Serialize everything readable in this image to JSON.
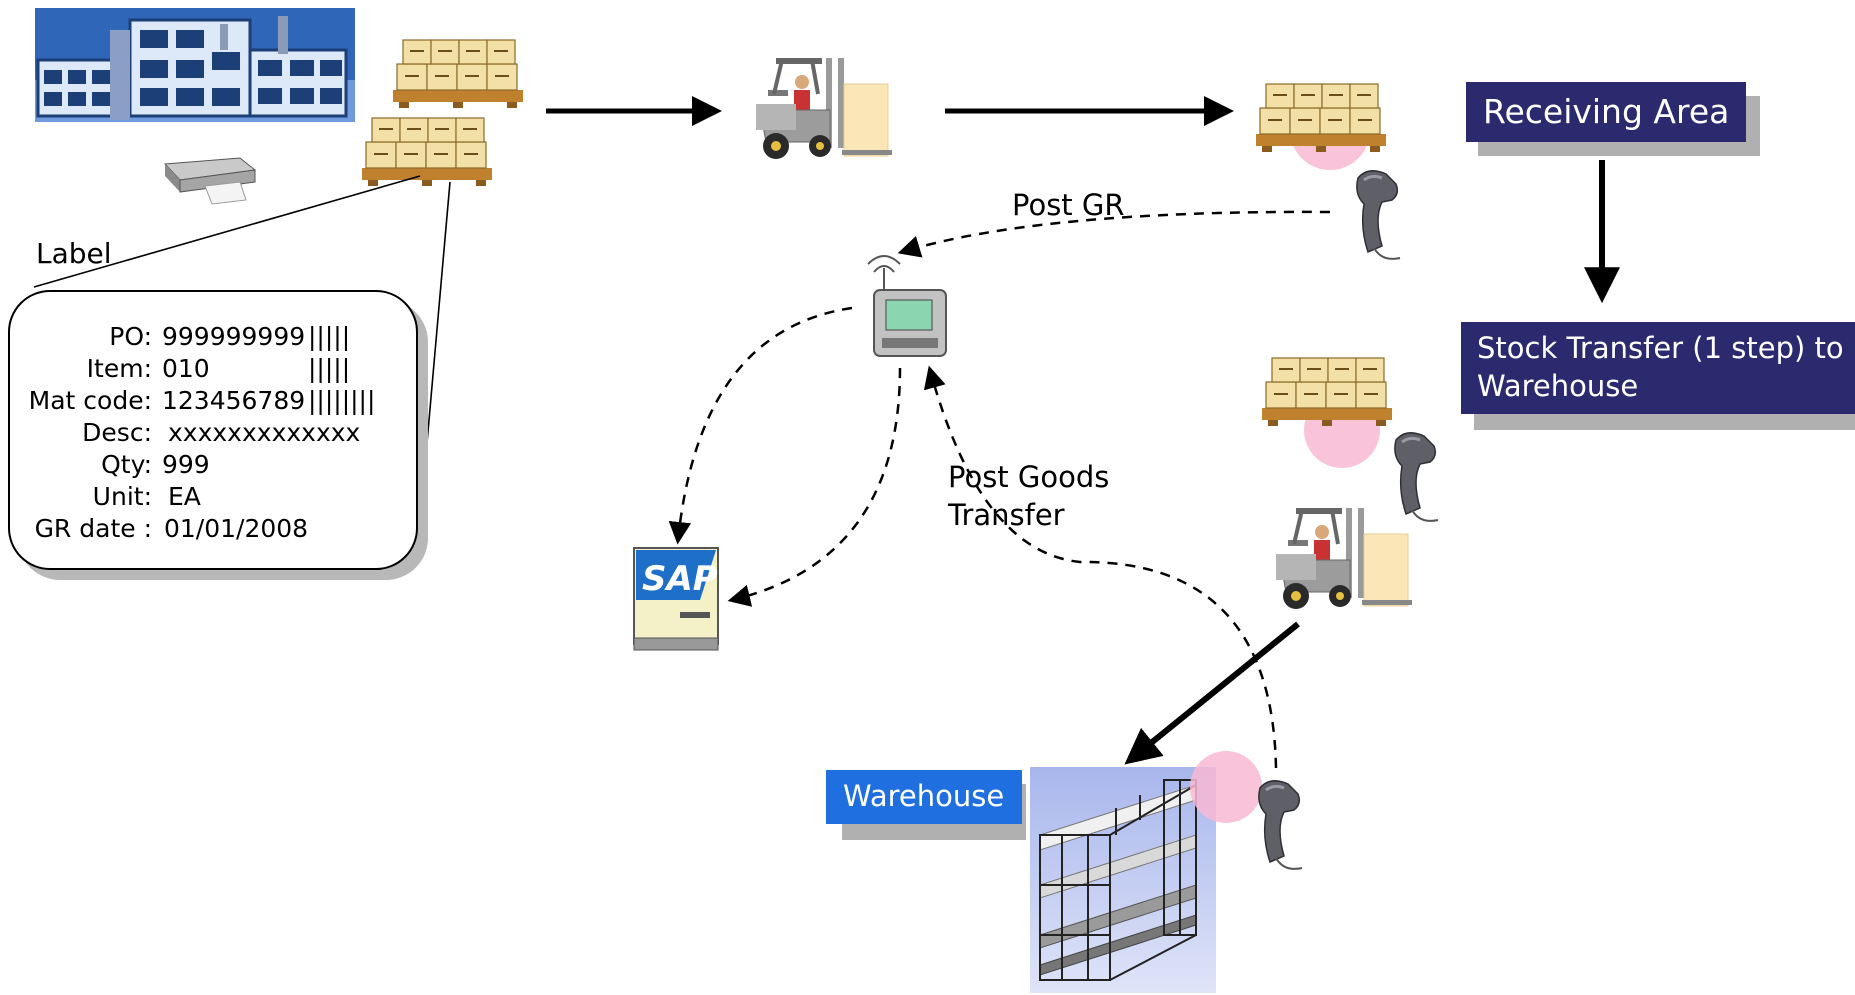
{
  "labels": {
    "label_caption": "Label",
    "post_gr": "Post GR",
    "post_goods_transfer_line1": "Post Goods",
    "post_goods_transfer_line2": "Transfer"
  },
  "boxes": {
    "receiving_area": "Receiving Area",
    "stock_transfer_line1": "Stock Transfer (1 step) to",
    "stock_transfer_line2": "Warehouse",
    "warehouse": "Warehouse"
  },
  "label_card": {
    "rows": [
      {
        "key": "PO:",
        "value": "999999999",
        "bars": "|||||"
      },
      {
        "key": "Item:",
        "value": "010",
        "bars": "|||||"
      },
      {
        "key": "Mat code:",
        "value": "123456789",
        "bars": "||||||||"
      },
      {
        "key": "Desc:",
        "value": "xxxxxxxxxxxxx",
        "bars": ""
      },
      {
        "key": "Qty:",
        "value": "999",
        "bars": ""
      },
      {
        "key": "Unit:",
        "value": "EA",
        "bars": ""
      },
      {
        "key": "GR date :",
        "value": "01/01/2008",
        "bars": ""
      }
    ]
  },
  "sap_logo_text": "SAP",
  "colors": {
    "receiving_area_box": "#2b2a6e",
    "stock_transfer_box": "#2b2a6e",
    "warehouse_box": "#1f6fe0",
    "scan_highlight": "#f8b8d4",
    "building": "#3a73c8",
    "pallet_box": "#f3e0a6",
    "pallet_base": "#c0812f"
  }
}
